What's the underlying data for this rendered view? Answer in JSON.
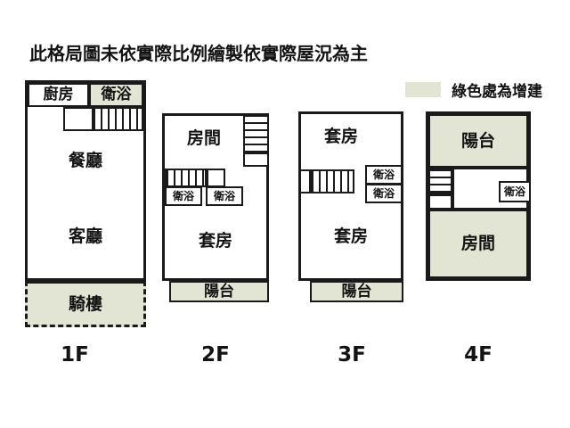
{
  "title": "此格局圖未依實際比例繪製依實際屋況為主",
  "legend": {
    "label": "綠色處為增建",
    "swatch_color": "#e2e5d3"
  },
  "colors": {
    "green_fill": "#e2e5d3",
    "line": "#1a1a1a",
    "background": "#ffffff",
    "text": "#131313"
  },
  "floors": [
    {
      "caption": "1F",
      "rooms": [
        {
          "name": "kitchen",
          "label": "廚房",
          "green": false
        },
        {
          "name": "bathroom",
          "label": "衛浴",
          "green": true
        },
        {
          "name": "dining-room",
          "label": "餐廳",
          "green": false
        },
        {
          "name": "living-room",
          "label": "客廳",
          "green": false
        },
        {
          "name": "arcade",
          "label": "騎樓",
          "green": true
        }
      ],
      "stairs": [
        {
          "name": "staircase",
          "orientation": "vertical"
        }
      ]
    },
    {
      "caption": "2F",
      "rooms": [
        {
          "name": "room",
          "label": "房間",
          "green": false
        },
        {
          "name": "bathroom-left",
          "label": "衛浴",
          "green": false
        },
        {
          "name": "bathroom-right",
          "label": "衛浴",
          "green": false
        },
        {
          "name": "suite",
          "label": "套房",
          "green": false
        },
        {
          "name": "balcony",
          "label": "陽台",
          "green": true
        }
      ],
      "stairs": [
        {
          "name": "staircase-upper",
          "orientation": "horizontal"
        },
        {
          "name": "staircase-lower",
          "orientation": "vertical"
        }
      ]
    },
    {
      "caption": "3F",
      "rooms": [
        {
          "name": "suite-upper",
          "label": "套房",
          "green": false
        },
        {
          "name": "bathroom-upper",
          "label": "衛浴",
          "green": false
        },
        {
          "name": "bathroom-lower",
          "label": "衛浴",
          "green": false
        },
        {
          "name": "suite-lower",
          "label": "套房",
          "green": false
        },
        {
          "name": "balcony",
          "label": "陽台",
          "green": true
        }
      ],
      "stairs": [
        {
          "name": "staircase",
          "orientation": "vertical"
        }
      ]
    },
    {
      "caption": "4F",
      "rooms": [
        {
          "name": "balcony",
          "label": "陽台",
          "green": true
        },
        {
          "name": "bathroom",
          "label": "衛浴",
          "green": false
        },
        {
          "name": "room",
          "label": "房間",
          "green": true
        }
      ],
      "stairs": [
        {
          "name": "staircase",
          "orientation": "horizontal"
        }
      ]
    }
  ]
}
